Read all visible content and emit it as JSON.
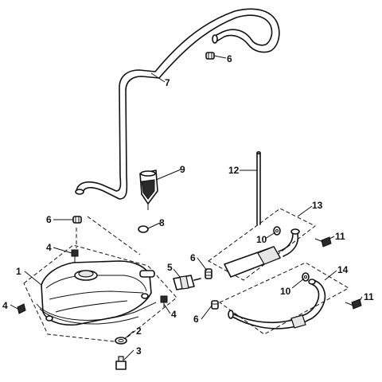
{
  "diagram": {
    "callouts": [
      {
        "id": "c1",
        "text": "1"
      },
      {
        "id": "c2",
        "text": "2"
      },
      {
        "id": "c3",
        "text": "3"
      },
      {
        "id": "c4a",
        "text": "4"
      },
      {
        "id": "c4b",
        "text": "4"
      },
      {
        "id": "c4c",
        "text": "4"
      },
      {
        "id": "c5",
        "text": "5"
      },
      {
        "id": "c6a",
        "text": "6"
      },
      {
        "id": "c6b",
        "text": "6"
      },
      {
        "id": "c6c",
        "text": "6"
      },
      {
        "id": "c6d",
        "text": "6"
      },
      {
        "id": "c7",
        "text": "7"
      },
      {
        "id": "c8",
        "text": "8"
      },
      {
        "id": "c9",
        "text": "9"
      },
      {
        "id": "c10a",
        "text": "10"
      },
      {
        "id": "c10b",
        "text": "10"
      },
      {
        "id": "c11a",
        "text": "11"
      },
      {
        "id": "c11b",
        "text": "11"
      },
      {
        "id": "c12",
        "text": "12"
      },
      {
        "id": "c13",
        "text": "13"
      },
      {
        "id": "c14",
        "text": "14"
      }
    ]
  }
}
